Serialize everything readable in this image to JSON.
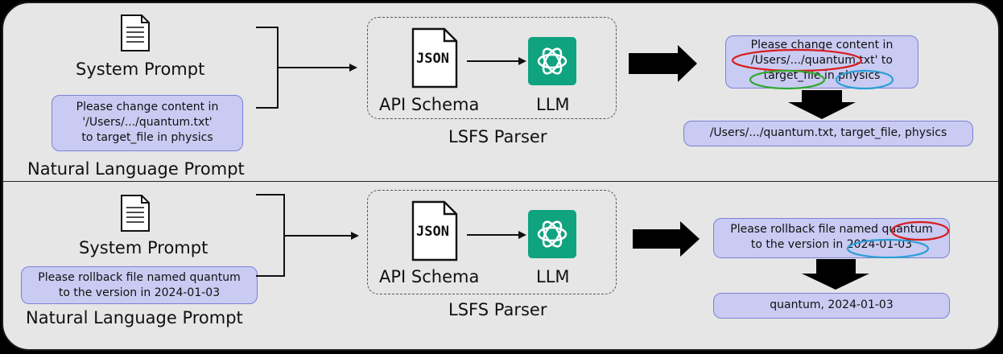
{
  "rows": [
    {
      "system_prompt_label": "System Prompt",
      "user_prompt_lines": [
        "Please change content in",
        "'/Users/.../quantum.txt'",
        "to target_file in physics"
      ],
      "nl_prompt_label": "Natural Language Prompt",
      "json_label": "JSON",
      "api_schema_label": "API Schema",
      "llm_label": "LLM",
      "parser_label": "LSFS Parser",
      "annotated_line_1": "Please change content in",
      "annotated_line_2_parts": [
        "/Users/.../quantum.txt'",
        " to"
      ],
      "annotated_line_3_parts": [
        "target_file",
        " in ",
        "physics"
      ],
      "result": "/Users/.../quantum.txt, target_file, physics"
    },
    {
      "system_prompt_label": "System Prompt",
      "user_prompt_lines": [
        "Please rollback file named quantum",
        "to the version in 2024-01-03"
      ],
      "nl_prompt_label": "Natural Language Prompt",
      "json_label": "JSON",
      "api_schema_label": "API Schema",
      "llm_label": "LLM",
      "parser_label": "LSFS Parser",
      "annotated_line_1_parts": [
        "Please rollback file named ",
        "quantum"
      ],
      "annotated_line_2_parts": [
        "to the version in ",
        "2024-01-03"
      ],
      "result": "quantum, 2024-01-03"
    }
  ],
  "colors": {
    "bubble_fill": "#c9cbf2",
    "bubble_border": "#7d80d6",
    "llm_green": "#10a37f",
    "highlight_red": "#d81b1b",
    "highlight_green": "#2faa2f",
    "highlight_blue": "#2a9fd6"
  },
  "icons": [
    "document-icon",
    "json-file-icon",
    "openai-logo-icon"
  ]
}
